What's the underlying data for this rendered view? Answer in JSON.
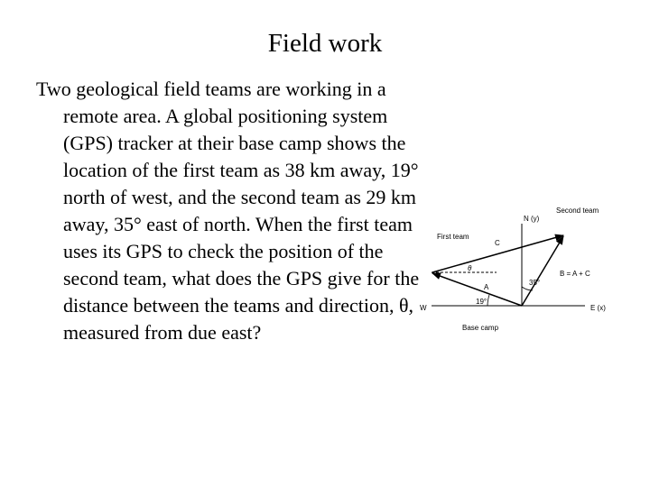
{
  "slide": {
    "title": "Field work",
    "problem_text": "Two geological field teams are working in a remote area. A global positioning system (GPS) tracker at their base camp shows the location of the first team as 38 km away, 19° north of west, and the second team as 29 km away, 35° east of north. When the first team uses its GPS to check the position of the second team, what does the GPS give for the distance between the teams and direction, θ, measured from due east?"
  },
  "diagram": {
    "labels": {
      "north_axis": "N (y)",
      "east_axis": "E (x)",
      "west": "W",
      "second_team": "Second team",
      "first_team": "First team",
      "base_camp": "Base camp",
      "vector_a": "A",
      "vector_c": "C",
      "vector_b": "B = A + C",
      "angle_a": "19°",
      "angle_b": "35°",
      "theta": "θ"
    }
  }
}
